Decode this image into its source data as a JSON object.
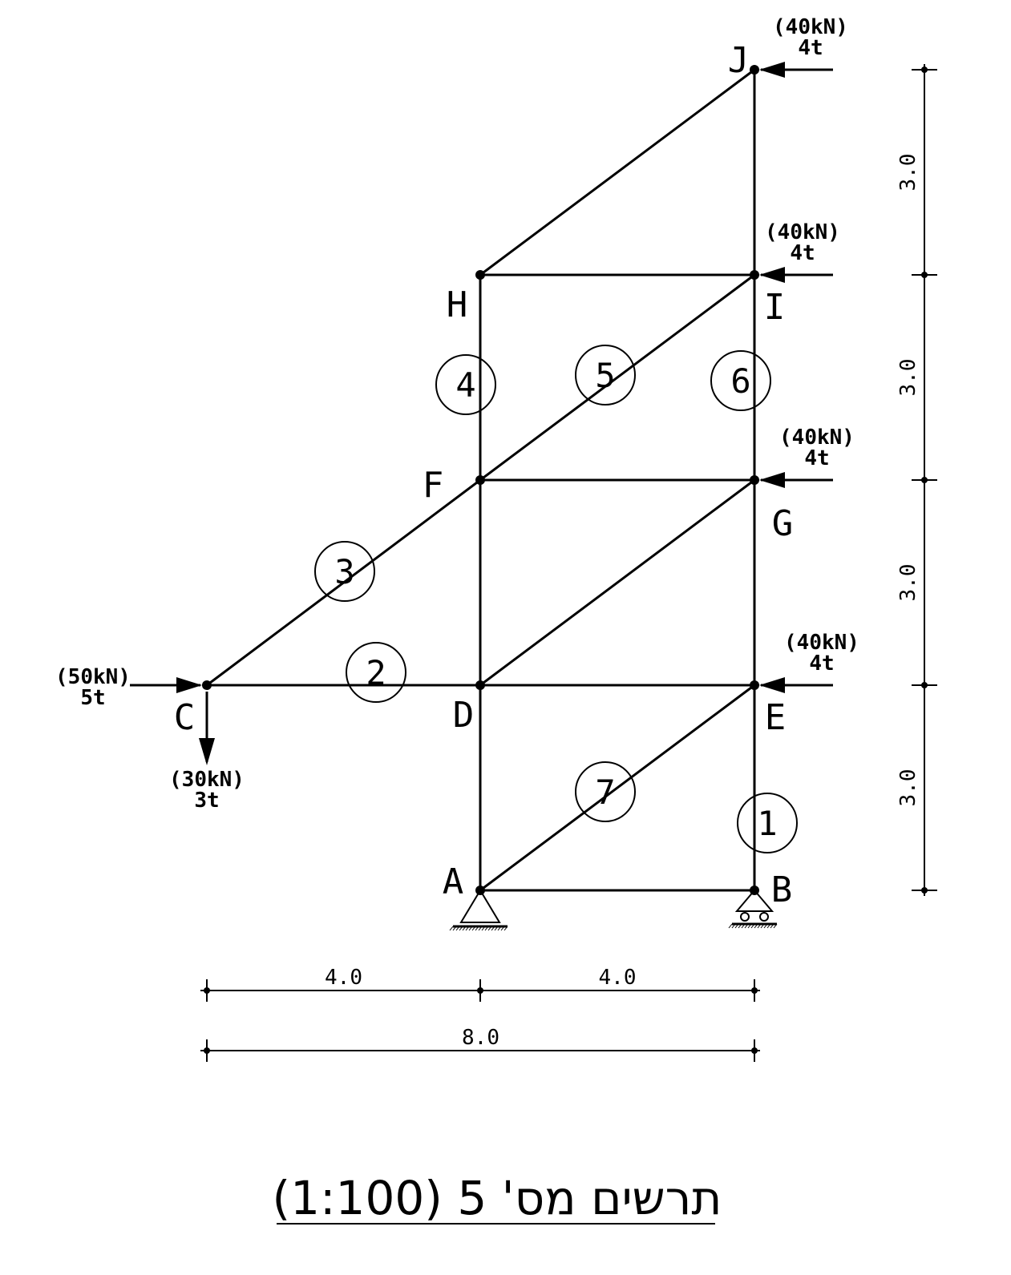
{
  "nodes": [
    {
      "id": "A",
      "label": "A"
    },
    {
      "id": "B",
      "label": "B"
    },
    {
      "id": "C",
      "label": "C"
    },
    {
      "id": "D",
      "label": "D"
    },
    {
      "id": "E",
      "label": "E"
    },
    {
      "id": "F",
      "label": "F"
    },
    {
      "id": "G",
      "label": "G"
    },
    {
      "id": "H",
      "label": "H"
    },
    {
      "id": "I",
      "label": "I"
    },
    {
      "id": "J",
      "label": "J"
    }
  ],
  "members": [
    {
      "from": "A",
      "to": "B"
    },
    {
      "from": "A",
      "to": "D"
    },
    {
      "from": "A",
      "to": "E"
    },
    {
      "from": "B",
      "to": "E"
    },
    {
      "from": "C",
      "to": "D"
    },
    {
      "from": "D",
      "to": "E"
    },
    {
      "from": "C",
      "to": "F"
    },
    {
      "from": "D",
      "to": "F"
    },
    {
      "from": "D",
      "to": "G"
    },
    {
      "from": "E",
      "to": "G"
    },
    {
      "from": "F",
      "to": "G"
    },
    {
      "from": "F",
      "to": "H"
    },
    {
      "from": "F",
      "to": "I"
    },
    {
      "from": "G",
      "to": "I"
    },
    {
      "from": "H",
      "to": "I"
    },
    {
      "from": "H",
      "to": "J"
    },
    {
      "from": "I",
      "to": "J"
    }
  ],
  "member_numbers": [
    {
      "n": "1",
      "member": "B-E"
    },
    {
      "n": "2",
      "member": "C-D"
    },
    {
      "n": "3",
      "member": "C-F"
    },
    {
      "n": "4",
      "member": "D-F / F-H"
    },
    {
      "n": "5",
      "member": "F-I"
    },
    {
      "n": "6",
      "member": "G-I"
    },
    {
      "n": "7",
      "member": "A-E"
    }
  ],
  "loads": [
    {
      "node": "J",
      "direction": "left",
      "kn": "(40kN)",
      "t": "4t"
    },
    {
      "node": "I",
      "direction": "left",
      "kn": "(40kN)",
      "t": "4t"
    },
    {
      "node": "G",
      "direction": "left",
      "kn": "(40kN)",
      "t": "4t"
    },
    {
      "node": "E",
      "direction": "left",
      "kn": "(40kN)",
      "t": "4t"
    },
    {
      "node": "C",
      "direction": "right",
      "kn": "(50kN)",
      "t": "5t"
    },
    {
      "node": "C",
      "direction": "down",
      "kn": "(30kN)",
      "t": "3t"
    }
  ],
  "supports": [
    {
      "node": "A",
      "type": "pin"
    },
    {
      "node": "B",
      "type": "roller"
    }
  ],
  "dimensions": {
    "horizontal_row1": [
      "4.0",
      "4.0"
    ],
    "horizontal_row2": [
      "8.0"
    ],
    "vertical": [
      "3.0",
      "3.0",
      "3.0",
      "3.0"
    ]
  },
  "title": "תרשים מס' 5 (1:100)"
}
